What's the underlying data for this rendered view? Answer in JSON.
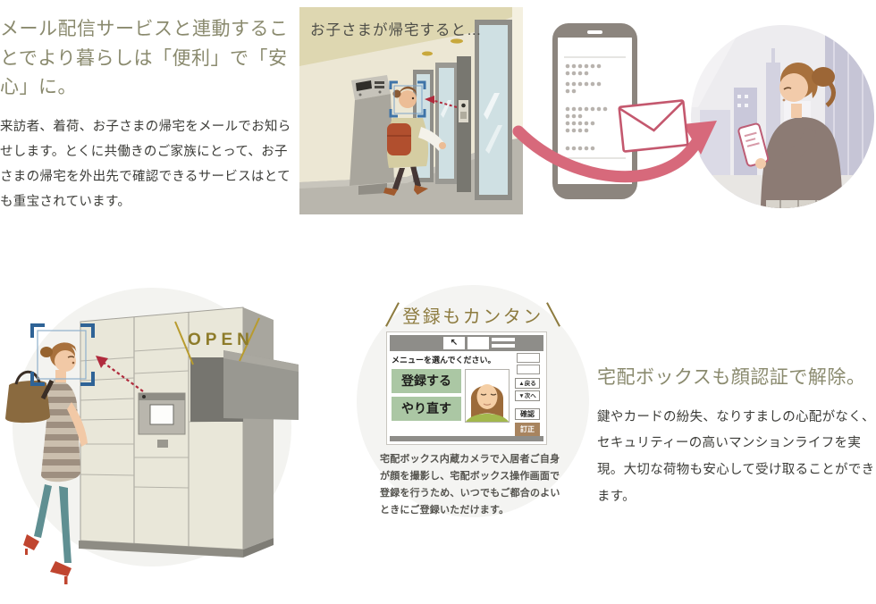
{
  "colors": {
    "heading_olive": "#8a8a6e",
    "body_text": "#3c3c38",
    "badge_gold": "#8d7b3f",
    "open_gold": "#8e7c2a",
    "arrow_pink": "#d7697b",
    "detect_frame_blue": "#3f74a8",
    "scan_arrow_red": "#b02a3c",
    "screen_green_button": "#abc7a4",
    "screen_correct_brown": "#a8845f"
  },
  "icons": {
    "screen_nav_arrow": "↖"
  },
  "mail_section": {
    "heading": "メール配信サービスと連動することでより暮らしは「便利」で「安心」に。",
    "body": "来訪者、着荷、お子さまの帰宅をメールでお知らせします。とくに共働きのご家族にとって、お子さまの帰宅を外出先で確認できるサービスはとても重宝されています。",
    "illustration_caption": "お子さまが帰宅すると…"
  },
  "register_panel": {
    "badge": "登録もカンタン",
    "screen": {
      "prompt": "メニューを選んでください。",
      "register_button": "登録する",
      "retry_button": "やり直す",
      "back_button": "▲戻る",
      "next_button": "▼次へ",
      "confirm_button": "確認",
      "correct_button": "訂正"
    },
    "note": "宅配ボックス内蔵カメラで入居者ご自身が顔を撮影し、宅配ボックス操作画面で登録を行うため、いつでもご都合のよいときにご登録いただけます。"
  },
  "locker_section": {
    "open_label": "OPEN",
    "heading": "宅配ボックスも顔認証で解除。",
    "body": "鍵やカードの紛失、なりすましの心配がなく、セキュリティーの高いマンションライフを実現。大切な荷物も安心して受け取ることができます。"
  }
}
